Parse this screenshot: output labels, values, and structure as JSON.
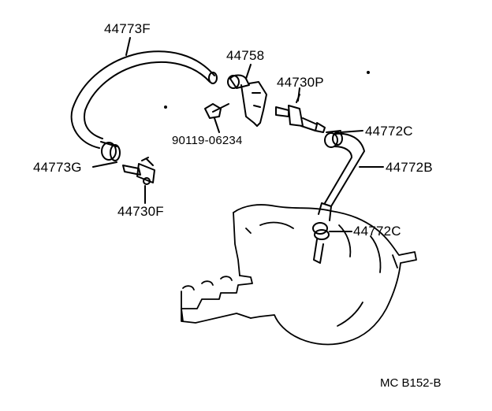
{
  "parts": {
    "hose_upper": "44773F",
    "bracket": "44758",
    "valve_pcv": "44730P",
    "bolt": "90119-06234",
    "clamp_right_upper": "44772C",
    "hose_right": "44772B",
    "clamp_right_lower": "44772C",
    "clamp_left": "44773G",
    "valve_left": "44730F"
  },
  "reference_code": "MC B152-B",
  "colors": {
    "line": "#000000",
    "background": "#ffffff"
  }
}
